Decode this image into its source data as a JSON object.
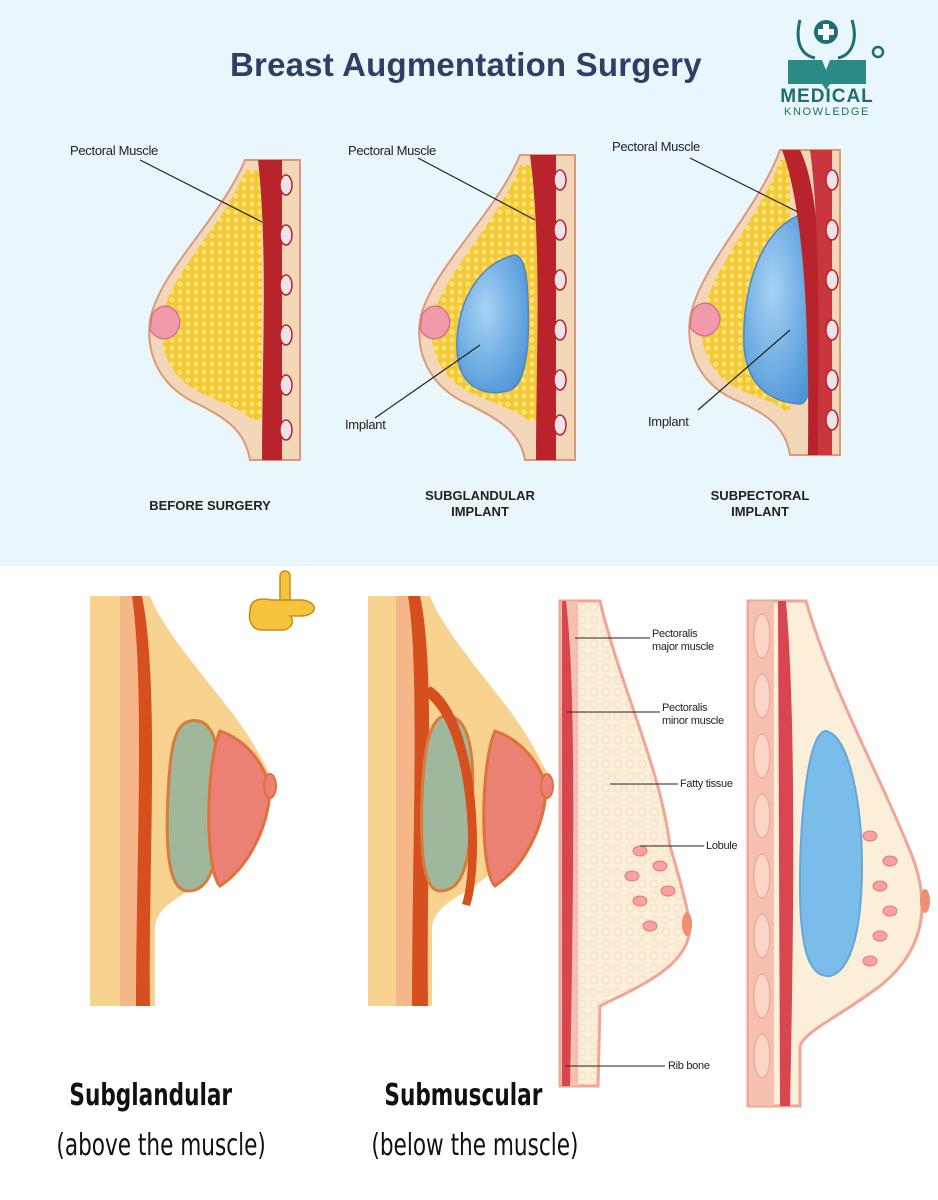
{
  "title": "Breast Augmentation Surgery",
  "logo": {
    "line1": "MEDICAL",
    "line2": "KNOWLEDGE"
  },
  "top_panels": [
    {
      "muscle_label": "Pectoral Muscle",
      "caption_line1": "BEFORE SURGERY",
      "caption_line2": ""
    },
    {
      "muscle_label": "Pectoral Muscle",
      "implant_label": "Implant",
      "caption_line1": "SUBGLANDULAR",
      "caption_line2": "IMPLANT"
    },
    {
      "muscle_label": "Pectoral Muscle",
      "implant_label": "Implant",
      "caption_line1": "SUBPECTORAL",
      "caption_line2": "IMPLANT"
    }
  ],
  "anatomy_labels": {
    "pec_major_1": "Pectoralis",
    "pec_major_2": "major muscle",
    "pec_minor_1": "Pectoralis",
    "pec_minor_2": "minor muscle",
    "fatty": "Fatty tissue",
    "lobule": "Lobule",
    "rib": "Rib bone"
  },
  "bottom_captions": [
    {
      "title": "Subglandular",
      "subtitle": "(above the muscle)"
    },
    {
      "title": "Submuscular",
      "subtitle": "(below the muscle)"
    }
  ],
  "colors": {
    "top_bg": "#e9f6fb",
    "title": "#2e3f66",
    "muscle": "#b8232c",
    "fat": "#f5c932",
    "implant": "#6fb1e8",
    "logo": "#1f6c74"
  }
}
